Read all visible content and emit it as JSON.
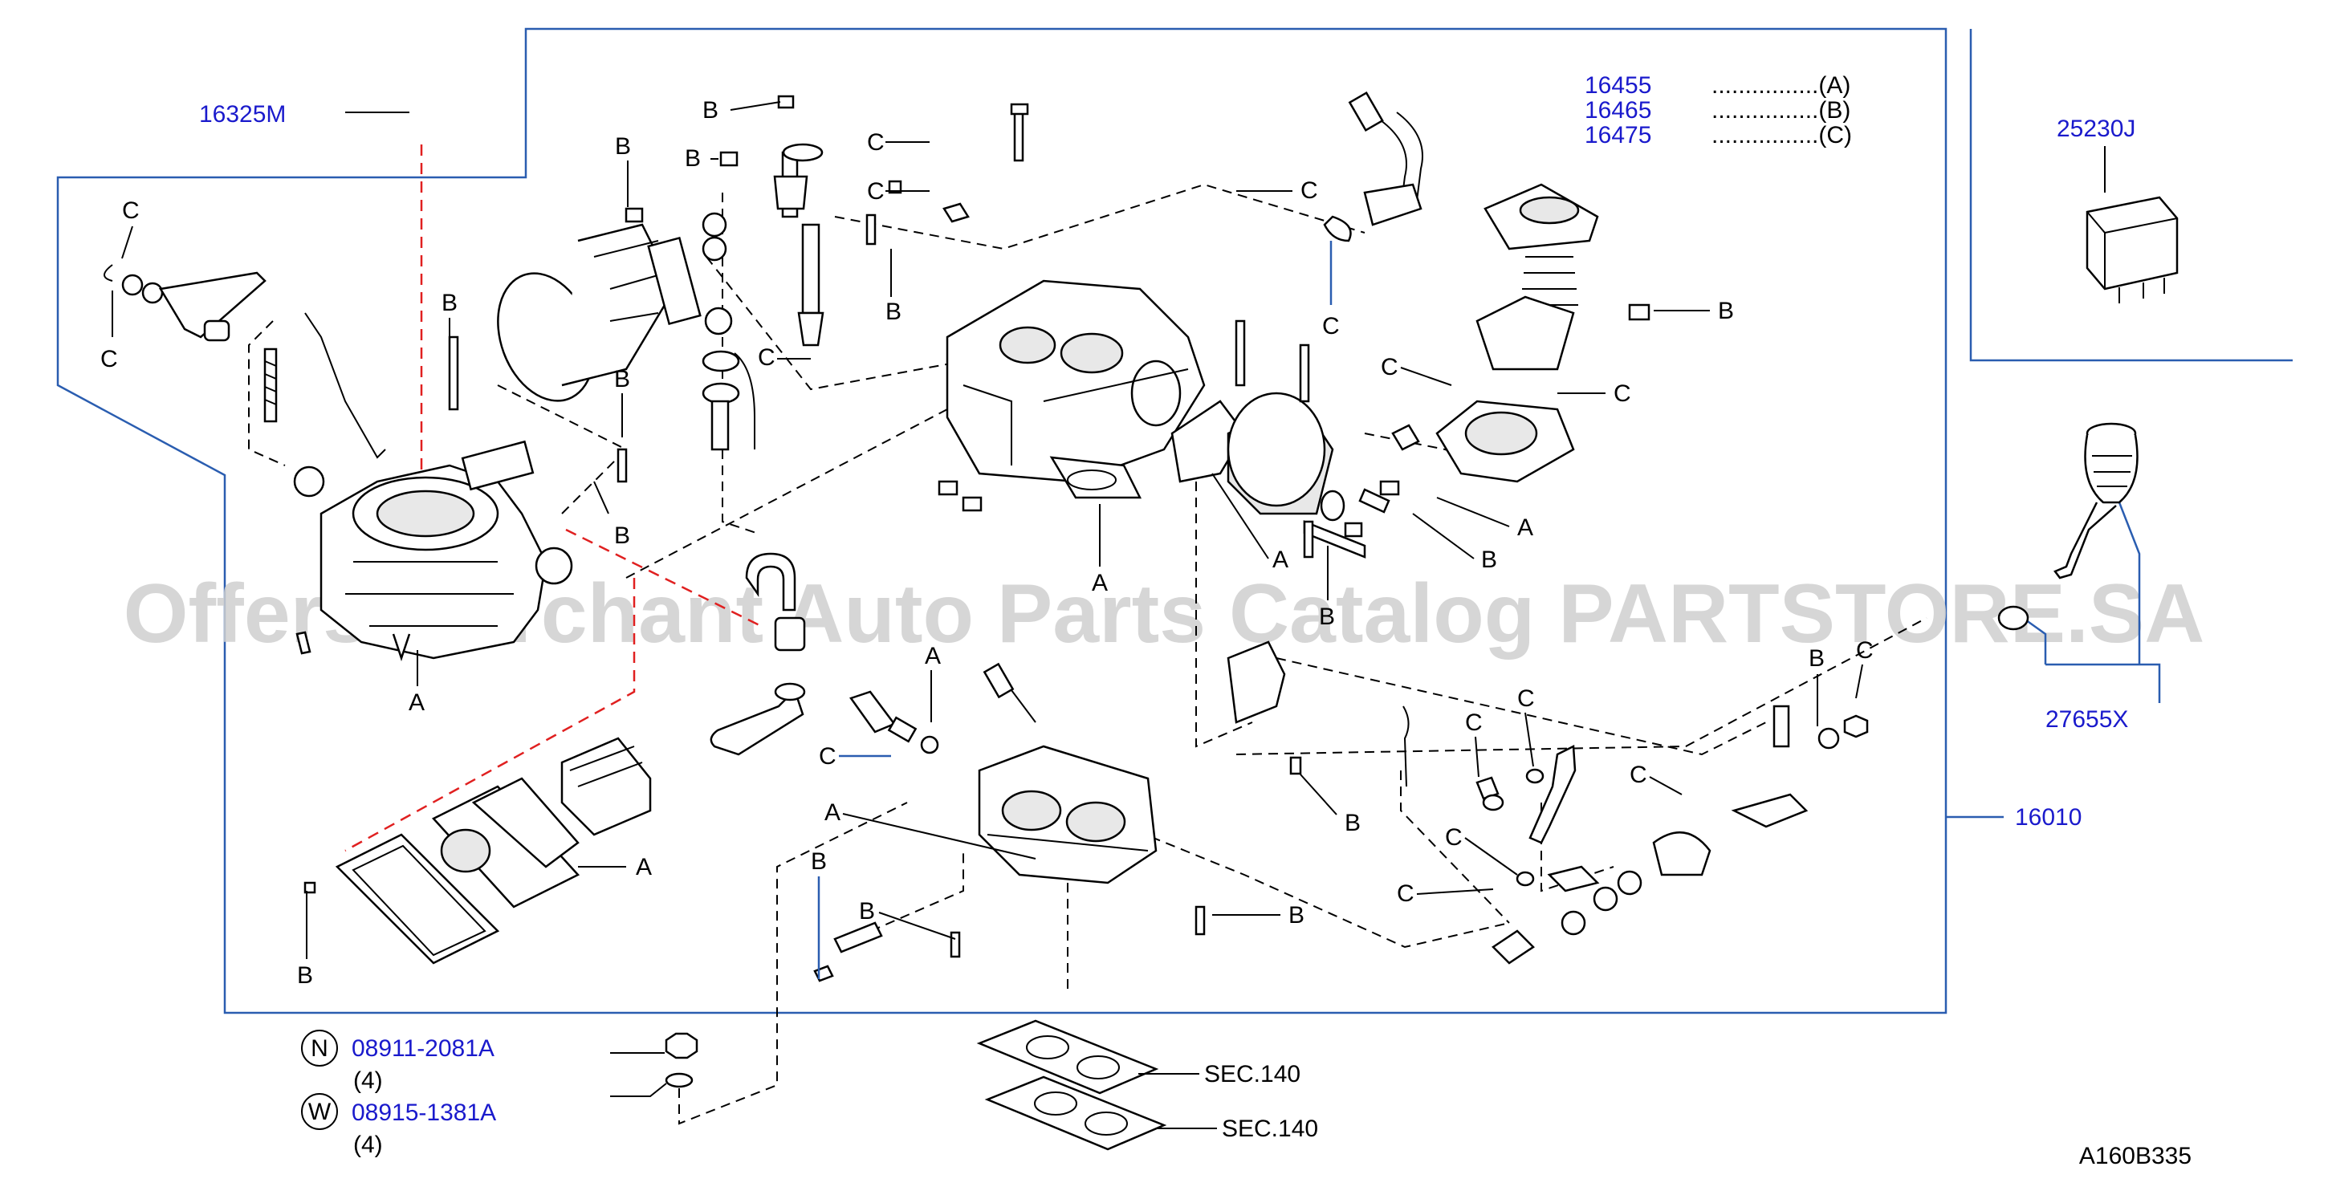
{
  "watermark": "Offers Merchant Auto Parts Catalog PARTSTORE.SA",
  "drawing_code": "A160B335",
  "legend": [
    {
      "part": "16455",
      "dots": "................(A)"
    },
    {
      "part": "16465",
      "dots": "................(B)"
    },
    {
      "part": "16475",
      "dots": "................(C)"
    }
  ],
  "callouts": {
    "p16325M": "16325M",
    "p25230J": "25230J",
    "p27655X": "27655X",
    "p16010": "16010",
    "p08911": "08911-2081A",
    "p08911_qty": "(4)",
    "p08915": "08915-1381A",
    "p08915_qty": "(4)",
    "sec1": "SEC.140",
    "sec2": "SEC.140"
  },
  "circled": {
    "n": "N",
    "w": "W"
  },
  "letters": {
    "a": "A",
    "b": "B",
    "c": "C"
  }
}
